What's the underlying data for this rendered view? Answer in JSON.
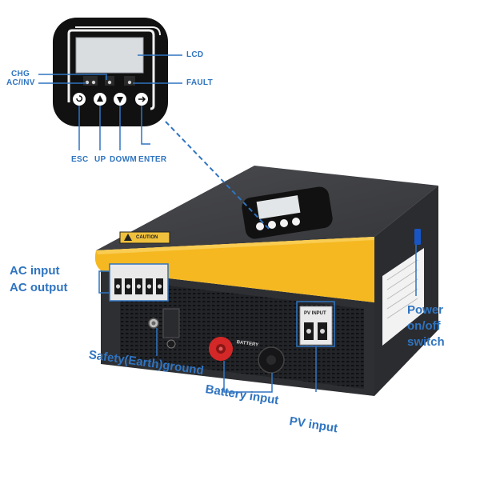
{
  "callouts": {
    "lcd": "LCD",
    "chg": "CHG",
    "ac_inv": "AC/INV",
    "fault": "FAULT",
    "esc": "ESC",
    "up": "UP",
    "down": "DOWM",
    "enter": "ENTER",
    "ac_input": "AC input",
    "ac_output": "AC output",
    "power_switch_line1": "Power",
    "power_switch_line2": "on/off",
    "power_switch_line3": "switch",
    "safety_ground": "Safety(Earth)ground",
    "battery_input": "Battery input",
    "pv_input": "PV input"
  },
  "device_markings": {
    "caution": "CAUTION",
    "battery": "BATTERY",
    "pv_input": "PV INPUT"
  },
  "colors": {
    "callout": "#2f74c0",
    "accent_yellow": "#f5b820",
    "body_dark": "#3c3d40",
    "panel_black": "#111111",
    "battery_red": "#d42727"
  }
}
